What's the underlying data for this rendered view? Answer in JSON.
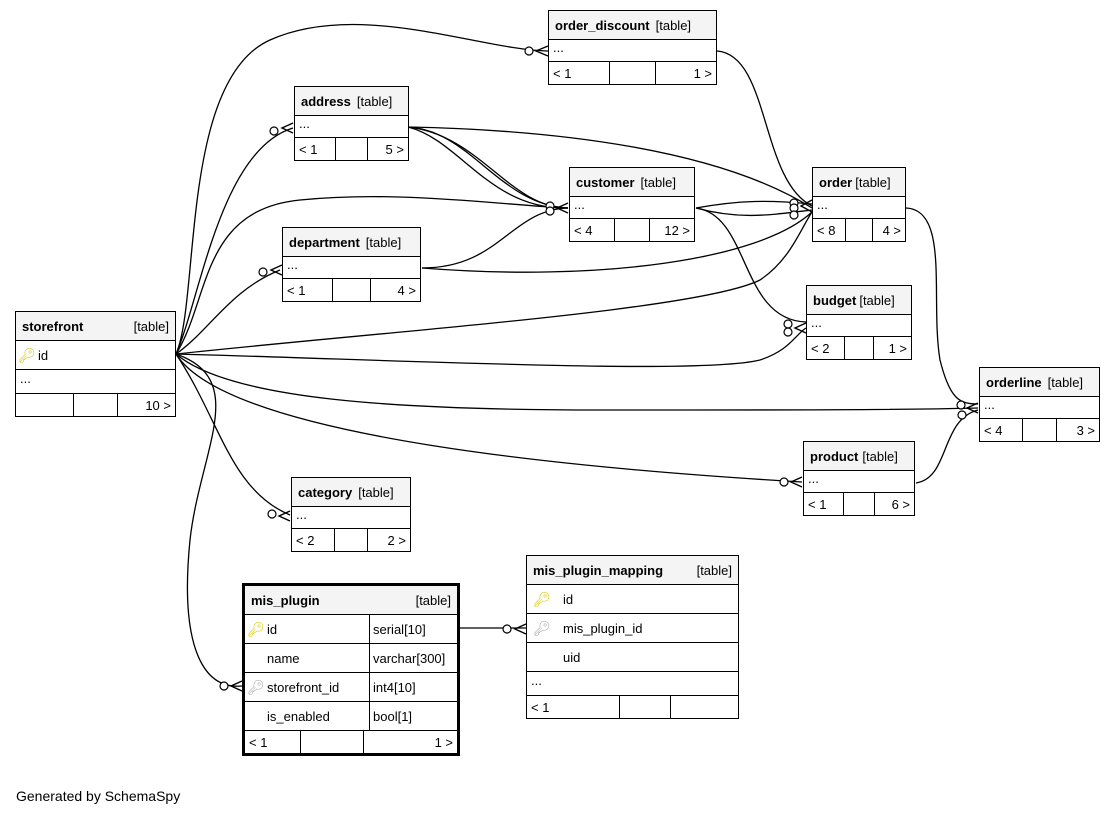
{
  "tables": {
    "order_discount": {
      "name": "order_discount",
      "kind": "[table]",
      "ellipsis": "...",
      "left": "< 1",
      "right": "1 >"
    },
    "address": {
      "name": "address",
      "kind": "[table]",
      "ellipsis": "...",
      "left": "< 1",
      "right": "5 >"
    },
    "customer": {
      "name": "customer",
      "kind": "[table]",
      "ellipsis": "...",
      "left": "< 4",
      "right": "12 >"
    },
    "order": {
      "name": "order",
      "kind": "[table]",
      "ellipsis": "...",
      "left": "< 8",
      "right": "4 >"
    },
    "department": {
      "name": "department",
      "kind": "[table]",
      "ellipsis": "...",
      "left": "< 1",
      "right": "4 >"
    },
    "budget": {
      "name": "budget",
      "kind": "[table]",
      "ellipsis": "...",
      "left": "< 2",
      "right": "1 >"
    },
    "storefront": {
      "name": "storefront",
      "kind": "[table]",
      "col_id": "id",
      "ellipsis": "...",
      "left": "",
      "right": "10 >"
    },
    "orderline": {
      "name": "orderline",
      "kind": "[table]",
      "ellipsis": "...",
      "left": "< 4",
      "right": "3 >"
    },
    "product": {
      "name": "product",
      "kind": "[table]",
      "ellipsis": "...",
      "left": "< 1",
      "right": "6 >"
    },
    "category": {
      "name": "category",
      "kind": "[table]",
      "ellipsis": "...",
      "left": "< 2",
      "right": "2 >"
    },
    "mis_plugin": {
      "name": "mis_plugin",
      "kind": "[table]",
      "columns": [
        {
          "name": "id",
          "type": "serial[10]",
          "key": "primary"
        },
        {
          "name": "name",
          "type": "varchar[300]",
          "key": ""
        },
        {
          "name": "storefront_id",
          "type": "int4[10]",
          "key": "foreign"
        },
        {
          "name": "is_enabled",
          "type": "bool[1]",
          "key": ""
        }
      ],
      "left": "< 1",
      "right": "1 >"
    },
    "mis_plugin_mapping": {
      "name": "mis_plugin_mapping",
      "kind": "[table]",
      "columns": [
        {
          "name": "id",
          "key": "primary"
        },
        {
          "name": "mis_plugin_id",
          "key": "foreign"
        },
        {
          "name": "uid",
          "key": ""
        }
      ],
      "ellipsis": "...",
      "left": "< 1"
    }
  },
  "icons": {
    "primary_key": "yellow-key-icon",
    "foreign_key": "gray-key-icon"
  },
  "colors": {
    "primary_key": "#d8c400",
    "foreign_key": "#a8a8a8",
    "header_bg": "#f4f4f4"
  },
  "footer": "Generated by SchemaSpy"
}
